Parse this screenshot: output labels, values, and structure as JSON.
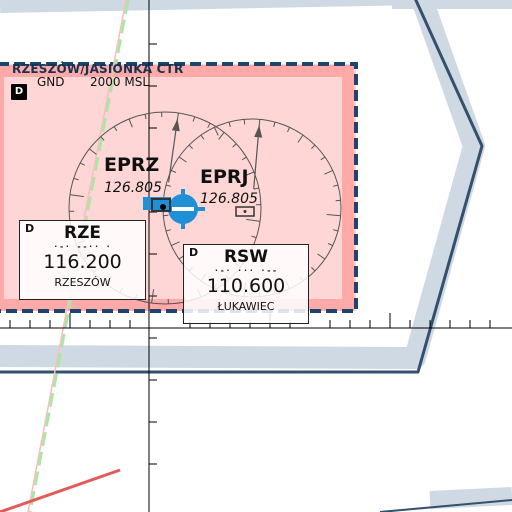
{
  "map": {
    "colors": {
      "ctr_fill": "#ffd6d6",
      "ctr_border_pink": "#ffa9a9",
      "ctr_dash": "#1d4470",
      "tma_band": "#cfd9e4",
      "tma_edge": "#34506c",
      "airport_symbol": "#1f8fd6",
      "gridline": "#000000",
      "route_green": "#9fe19f",
      "route_red": "#e35a5a"
    },
    "ctr": {
      "name": "RZESZÓW/JASIONKA CTR",
      "class_badge": "D",
      "floor": "GND",
      "ceiling": "2000 MSL"
    },
    "airports": [
      {
        "ident": "EPRZ",
        "frequency": "126.805"
      },
      {
        "ident": "EPRJ",
        "frequency": "126.805"
      }
    ],
    "navaids": [
      {
        "class_badge": "D",
        "ident": "RZE",
        "morse": "·-· --·· ·",
        "frequency": "116.200",
        "name": "RZESZÓW"
      },
      {
        "class_badge": "D",
        "ident": "RSW",
        "morse": "·-· ··· ·--",
        "frequency": "110.600",
        "name": "ŁUKAWIEC"
      }
    ]
  }
}
